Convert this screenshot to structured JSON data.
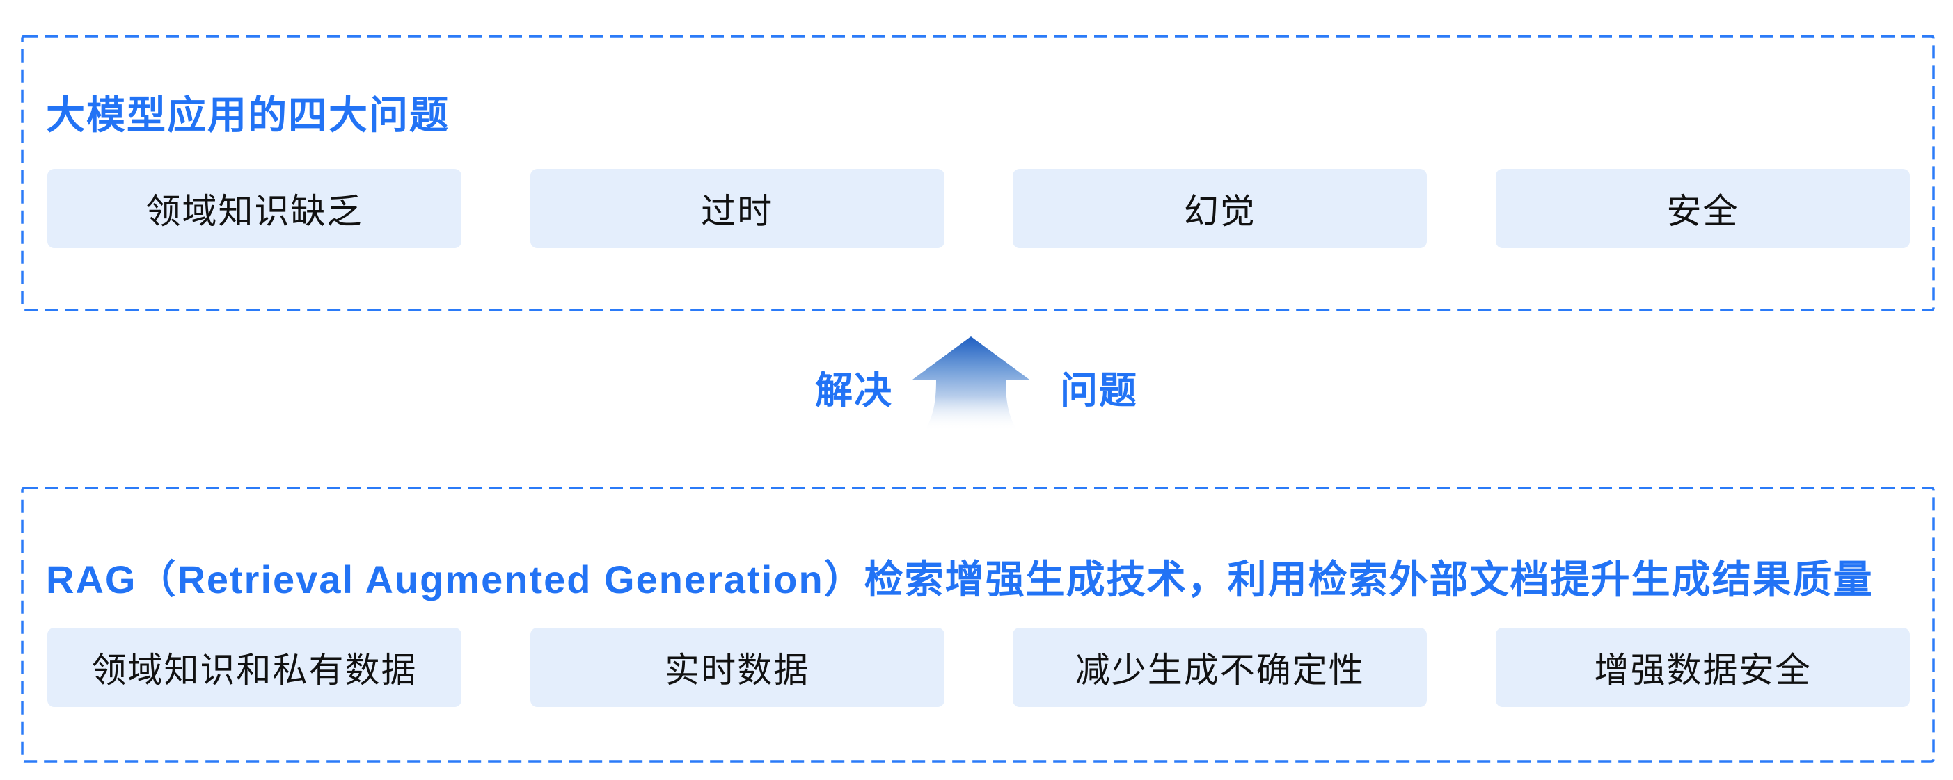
{
  "colors": {
    "accent_text": "#2273F5",
    "dash_border": "#2B7BF8",
    "chip_background": "#E4EEFC",
    "chip_text": "#111111",
    "arrow_gradient_top": "#1E5EC2",
    "arrow_gradient_fade": "#FFFFFF"
  },
  "problem_section": {
    "title": "大模型应用的四大问题",
    "items": [
      "领域知识缺乏",
      "过时",
      "幻觉",
      "安全"
    ]
  },
  "connector": {
    "left_label": "解决",
    "right_label": "问题",
    "arrow_icon": "up-arrow"
  },
  "solution_section": {
    "title": "RAG（Retrieval Augmented Generation）检索增强生成技术，利用检索外部文档提升生成结果质量",
    "items": [
      "领域知识和私有数据",
      "实时数据",
      "减少生成不确定性",
      "增强数据安全"
    ]
  }
}
